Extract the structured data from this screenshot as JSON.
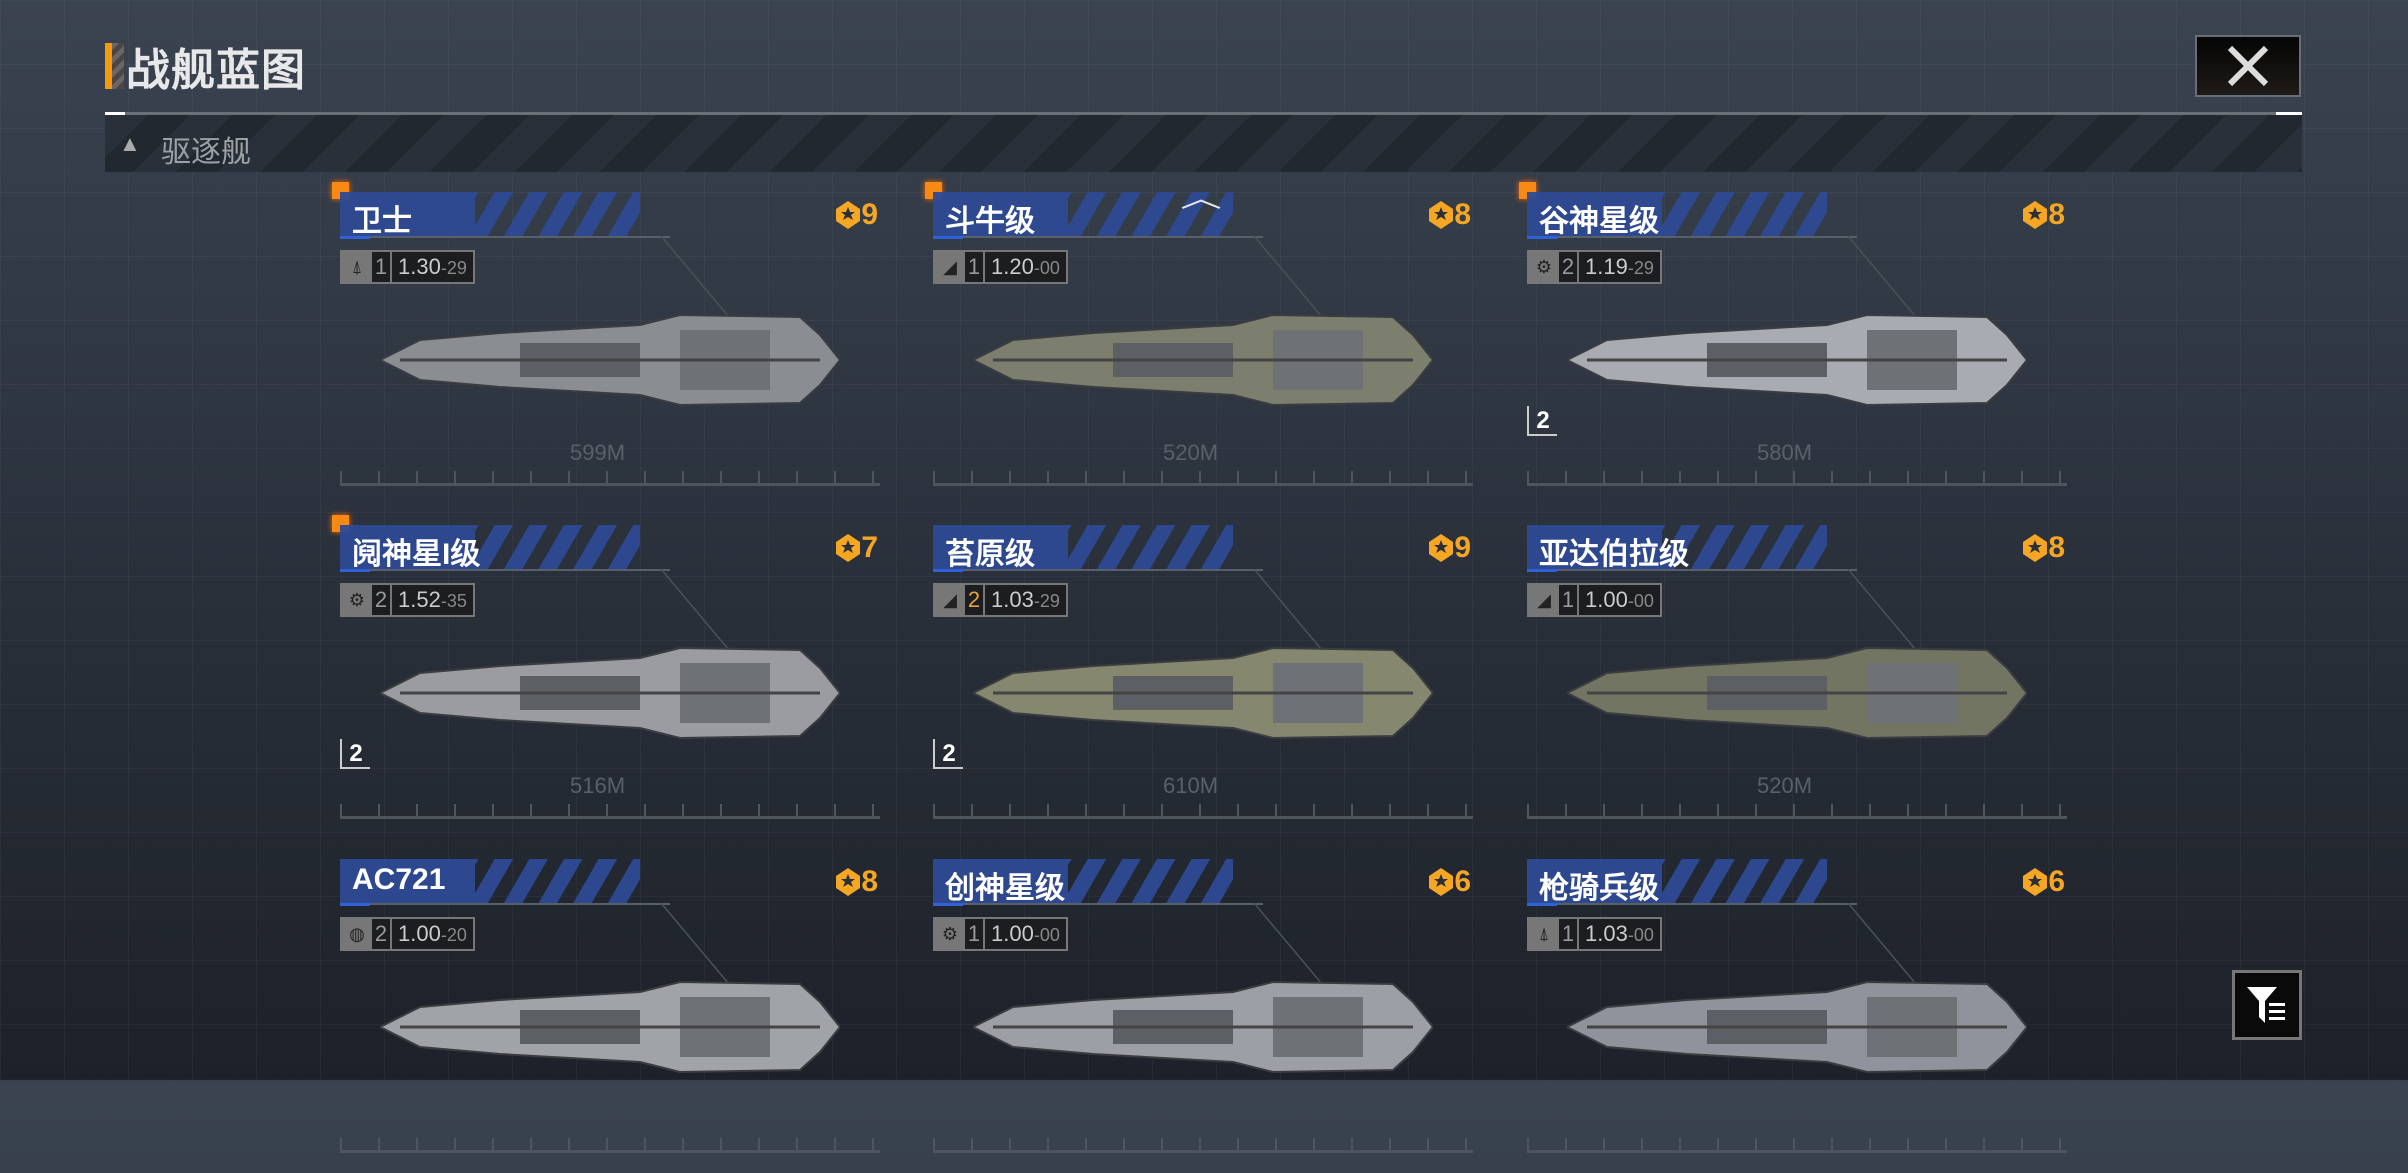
{
  "header": {
    "title": "战舰蓝图",
    "close_icon": "close-icon"
  },
  "category": {
    "label": "驱逐舰"
  },
  "colors": {
    "accent": "#f59a0c",
    "banner": "#2e4a94",
    "stars": "#f5a623"
  },
  "ships": [
    {
      "name": "卫士",
      "rating": "9",
      "count": "1",
      "value": "1.30",
      "suffix": "-29",
      "length": "599M",
      "tier": "",
      "marker": true,
      "icon": "missile-icon"
    },
    {
      "name": "斗牛级",
      "rating": "8",
      "count": "1",
      "value": "1.20",
      "suffix": "-00",
      "length": "520M",
      "tier": "",
      "marker": true,
      "icon": "jet-icon"
    },
    {
      "name": "谷神星级",
      "rating": "8",
      "count": "2",
      "value": "1.19",
      "suffix": "-29",
      "length": "580M",
      "tier": "2",
      "marker": true,
      "icon": "gear-shield-icon"
    },
    {
      "name": "阋神星I级",
      "rating": "7",
      "count": "2",
      "value": "1.52",
      "suffix": "-35",
      "length": "516M",
      "tier": "2",
      "marker": true,
      "icon": "gear-shield-icon"
    },
    {
      "name": "苔原级",
      "rating": "9",
      "count": "2",
      "value": "1.03",
      "suffix": "-29",
      "length": "610M",
      "tier": "2",
      "marker": false,
      "icon": "jet-icon",
      "count_highlight": true
    },
    {
      "name": "亚达伯拉级",
      "rating": "8",
      "count": "1",
      "value": "1.00",
      "suffix": "-00",
      "length": "520M",
      "tier": "",
      "marker": false,
      "icon": "jet-icon"
    },
    {
      "name": "AC721",
      "rating": "8",
      "count": "2",
      "value": "1.00",
      "suffix": "-20",
      "length": "",
      "tier": "",
      "marker": false,
      "icon": "globe-icon"
    },
    {
      "name": "创神星级",
      "rating": "6",
      "count": "1",
      "value": "1.00",
      "suffix": "-00",
      "length": "",
      "tier": "",
      "marker": false,
      "icon": "gear-shield-icon"
    },
    {
      "name": "枪骑兵级",
      "rating": "6",
      "count": "1",
      "value": "1.03",
      "suffix": "-00",
      "length": "",
      "tier": "",
      "marker": false,
      "icon": "missile-icon"
    }
  ]
}
